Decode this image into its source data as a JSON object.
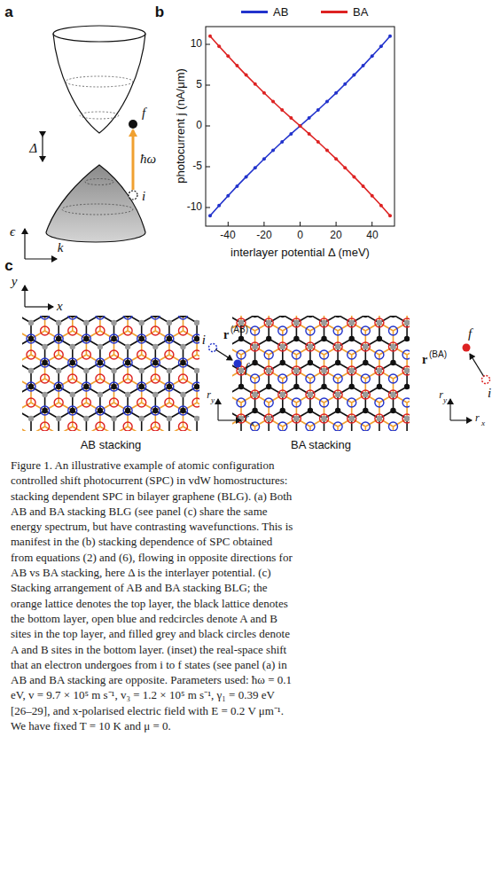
{
  "diagram": {
    "caption": "Figure 1. An illustrative example of atomic configuration controlled shift photocurrent (SPC) in vdW homostructures: stacking dependent SPC in bilayer graphene (BLG). (a) Both AB and BA stacking BLG (see panel (c) share the same energy spectrum, but have contrasting wavefunctions. This is manifest in the (b) stacking dependence of SPC obtained from equations (2) and (6), flowing in opposite directions for AB vs BA stacking, here Δ is the interlayer potential. (c) Stacking arrangement of AB and BA stacking BLG; the orange lattice denotes the top layer, the black lattice denotes the bottom layer, open blue and redcircles denote A and B sites in the top layer, and filled grey and black circles denote A and B sites in the bottom layer. (inset) the real-space shift that an electron undergoes from i to f states (see panel (a) in AB and BA stacking are opposite. Parameters used: ħω = 0.1 eV, v = 9.7 × 10⁵ m s⁻¹, v₃ = 1.2 × 10⁵ m s⁻¹, γ₁ = 0.39 eV [26–29], and x-polarised electric field with E = 0.2 V μm⁻¹. We have fixed T = 10 K and μ = 0.",
    "labels": [
      "a",
      "b",
      "c",
      "f",
      "i",
      "Δ",
      "ħω",
      "ϵ",
      "k",
      "10",
      "5",
      "0",
      "-5",
      "-10",
      "-40",
      "-20",
      "0",
      "20",
      "40",
      "photocurrent j (nA/μm)",
      "interlayer potential Δ (meV)",
      "y",
      "x",
      "i",
      "f",
      "r",
      "(AB)",
      "r",
      "y",
      "r",
      "x",
      "AB stacking",
      "BA stacking",
      "f",
      "r",
      "(BA)",
      "i",
      "r",
      "y",
      "r",
      "x"
    ],
    "legend": [
      {
        "text": "AB",
        "color": "#2233cc"
      },
      {
        "text": "BA",
        "color": "#dd2222"
      }
    ]
  }
}
